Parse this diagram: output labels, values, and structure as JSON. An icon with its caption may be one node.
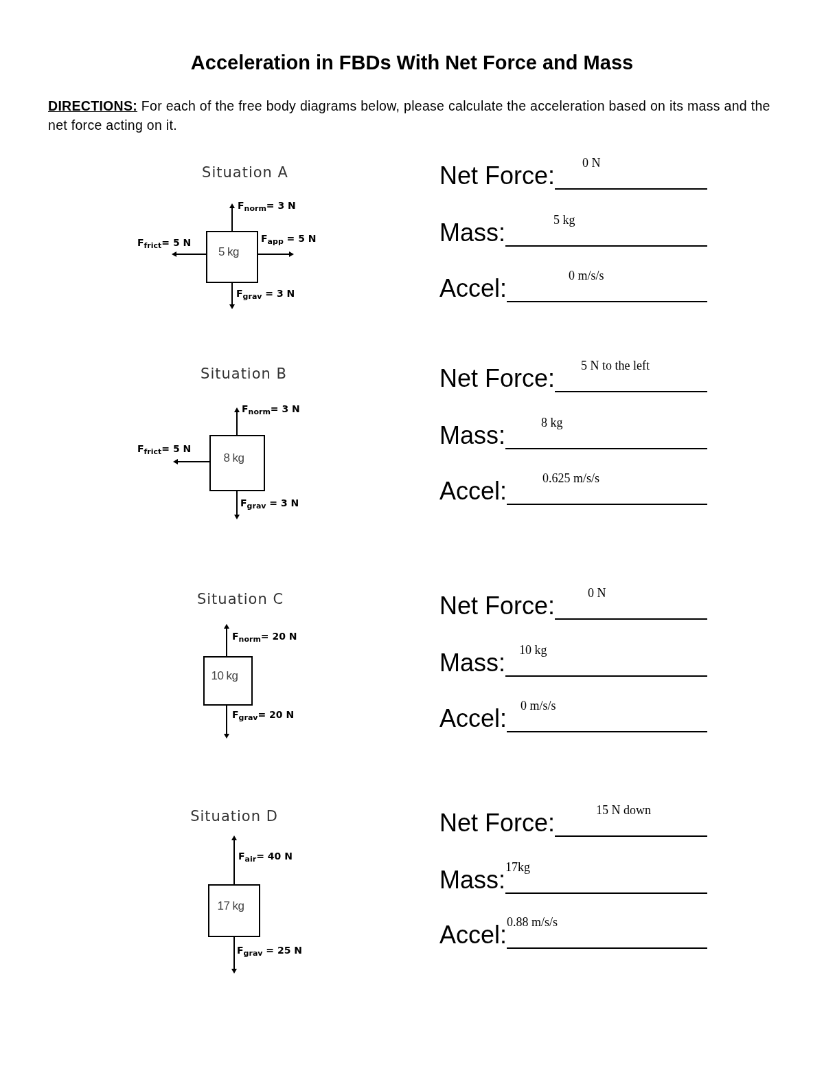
{
  "diagram": {
    "title": "Acceleration in FBDs With Net Force and Mass",
    "nodes": [
      {
        "text": [
          "5 kg"
        ]
      },
      {
        "text": [
          "8 kg"
        ]
      },
      {
        "text": [
          "10 kg"
        ]
      },
      {
        "text": [
          "17 kg"
        ]
      }
    ],
    "labels": [
      "DIRECTIONS:",
      "For each of the free body diagrams below, please calculate the acceleration based on its mass and the net force acting on it.",
      "Situation A",
      "F$_{norm}$= 3 N",
      "F$_{frict}$= 5 N",
      "F$_{app}$ = 5 N",
      "F$_{grav}$ = 3 N",
      "Net Force:",
      "0 N",
      "Mass:",
      "5 kg",
      "Accel:",
      "0 m/s/s",
      "Situation B",
      "F$_{norm}$= 3 N",
      "F$_{frict}$= 5 N",
      "F$_{grav}$ = 3 N",
      "Net Force:",
      "5 N to the left",
      "Mass:",
      "8 kg",
      "Accel:",
      "0.625 m/s/s",
      "Situation C",
      "F$_{norm}$= 20 N",
      "F$_{grav}$= 20 N",
      "Net Force:",
      "0 N",
      "Mass:",
      "10 kg",
      "Accel:",
      "0 m/s/s",
      "Situation D",
      "F$_{air}$= 40 N",
      "F$_{grav}$ = 25 N",
      "Net Force:",
      "15 N down",
      "Mass:",
      "17kg",
      "Accel:",
      "0.88 m/s/s"
    ]
  }
}
